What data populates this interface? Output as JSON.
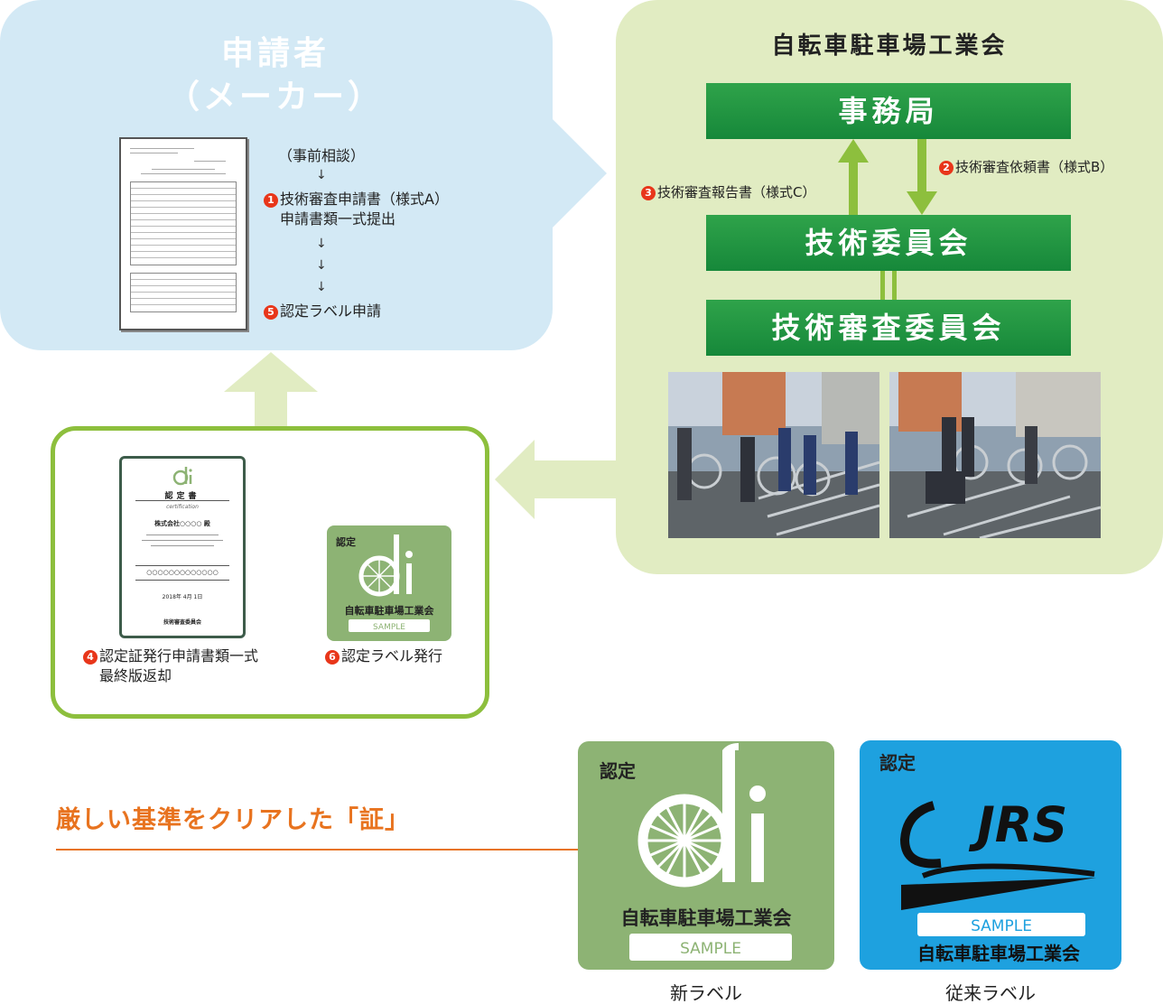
{
  "applicant": {
    "title_line1": "申請者",
    "title_line2": "（メーカー）",
    "steps": {
      "pre_consult": "（事前相談）",
      "step1_num": "1",
      "step1_line1": "技術審査申請書（様式A）",
      "step1_line2": "申請書類一式提出",
      "step5_num": "5",
      "step5": "認定ラベル申請",
      "arrow": "↓"
    }
  },
  "association": {
    "title": "自転車駐車場工業会",
    "secretariat": "事務局",
    "tech_committee": "技術委員会",
    "review_committee": "技術審査委員会",
    "report_num": "3",
    "report": "技術審査報告書（様式C）",
    "request_num": "2",
    "request": "技術審査依頼書（様式B）"
  },
  "issuance": {
    "cert_title": "認定書",
    "cert_sub": "certification",
    "cert_company": "株式会社○○○○ 殿",
    "cert_circles": "○○○○○○○○○○○○○",
    "cert_date": "2018年 4月 1日",
    "cert_committee": "技術審査委員会",
    "cert_label_kanji": "認定",
    "label_org": "自転車駐車場工業会",
    "label_sample": "SAMPLE",
    "step4_num": "4",
    "step4_line1": "認定証発行申請書類一式",
    "step4_line2": "最終版返却",
    "step6_num": "6",
    "step6": "認定ラベル発行"
  },
  "bottom": {
    "slogan": "厳しい基準をクリアした「証」",
    "new_label": {
      "kanji": "認定",
      "org": "自転車駐車場工業会",
      "sample": "SAMPLE",
      "caption": "新ラベル"
    },
    "old_label": {
      "kanji": "認定",
      "mark": "JRS",
      "sample": "SAMPLE",
      "org": "自転車駐車場工業会",
      "caption": "従来ラベル"
    }
  },
  "colors": {
    "applicant_bg": "#d3e9f5",
    "association_bg": "#e1ecc2",
    "box_green": "#16883a",
    "arrow_green": "#8dbf3d",
    "step_red": "#e8361a",
    "slogan_orange": "#e8731f",
    "new_label_green": "#8db374",
    "old_label_blue": "#1ea1df"
  }
}
